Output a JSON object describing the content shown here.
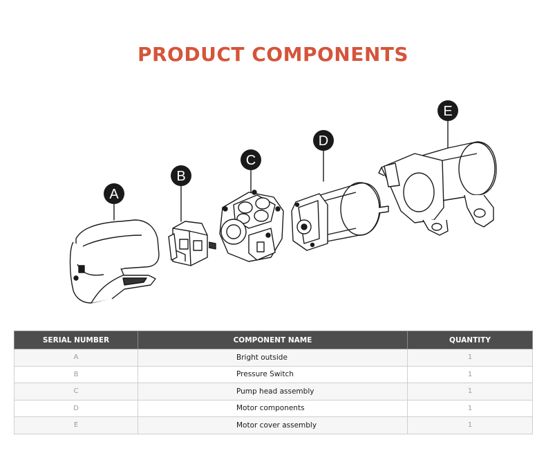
{
  "title": "PRODUCT COMPONENTS",
  "colors": {
    "accent": "#d4553b",
    "header_bg": "#4d4d4d",
    "badge": "#1a1a1a"
  },
  "labels": [
    "A",
    "B",
    "C",
    "D",
    "E"
  ],
  "table": {
    "headers": [
      "SERIAL NUMBER",
      "COMPONENT NAME",
      "QUANTITY"
    ],
    "rows": [
      {
        "serial": "A",
        "name": "Bright outside",
        "qty": "1"
      },
      {
        "serial": "B",
        "name": "Pressure Switch",
        "qty": "1"
      },
      {
        "serial": "C",
        "name": "Pump head assembly",
        "qty": "1"
      },
      {
        "serial": "D",
        "name": "Motor components",
        "qty": "1"
      },
      {
        "serial": "E",
        "name": "Motor cover assembly",
        "qty": "1"
      }
    ]
  }
}
